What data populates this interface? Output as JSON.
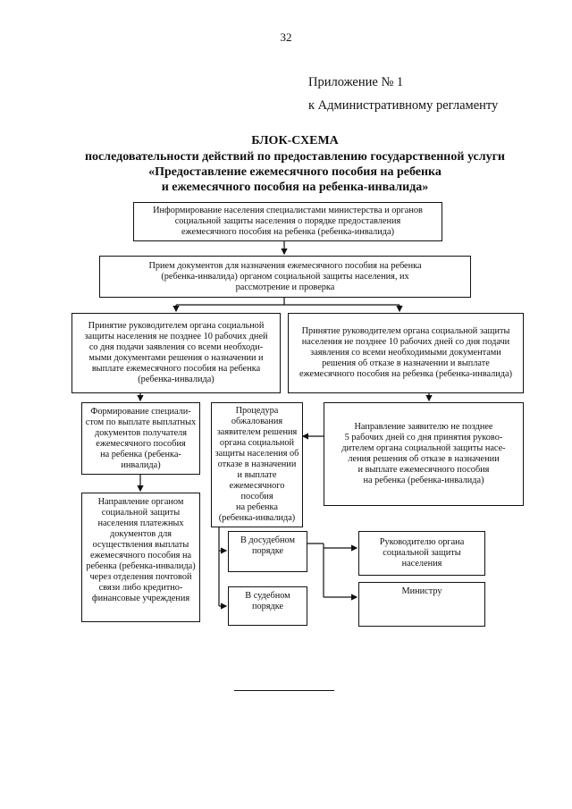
{
  "page_number": "32",
  "appendix": {
    "line1": "Приложение № 1",
    "line2": "к Административному регламенту"
  },
  "title": {
    "line1": "БЛОК-СХЕМА",
    "line2": "последовательности действий по предоставлению государственной услуги",
    "line3": "«Предоставление ежемесячного пособия на ребенка",
    "line4": "и ежемесячного пособия на ребенка-инвалида»"
  },
  "nodes": {
    "inform": "Информирование населения специалистами министерства и органов\nсоциальной защиты населения о порядке предоставления\nежемесячного пособия на ребенка (ребенка-инвалида)",
    "receive": "Прием документов для назначения ежемесячного пособия на ребенка\n(ребенка-инвалида) органом социальной защиты населения, их\nрассмотрение и проверка",
    "decision_grant": "Принятие руководителем органа социальной\nзащиты населения не позднее 10 рабочих дней\nсо дня подачи заявления со всеми необходи-\nмыми документами решения о назначении и\nвыплате ежемесячного пособия на ребенка\n(ребенка-инвалида)",
    "decision_refuse": "Принятие руководителем органа социальной защиты\nнаселения не позднее 10 рабочих дней со дня подачи\nзаявления со всеми необходимыми документами\nрешения об отказе в назначении и выплате\nежемесячного пособия на ребенка (ребенка-инвалида)",
    "formation": "Формирование специали-\nстом по выплате выплатных\nдокументов получателя\nежемесячного пособия\nна ребенка (ребенка-\nинвалида)",
    "appeal": "Процедура\nобжалования\nзаявителем решения\nоргана социальной\nзащиты населения об\nотказе в назначении\nи выплате\nежемесячного пособия\nна ребенка\n(ребенка-инвалида)",
    "notify": "Направление заявителю не позднее\n5 рабочих дней со дня принятия руково-\nдителем органа социальной защиты насе-\nления решения об отказе в назначении\nи выплате ежемесячного пособия\nна ребенка (ребенка-инвалида)",
    "payment": "Направление органом\nсоциальной защиты\nнаселения платежных\nдокументов для\nосуществления выплаты\nежемесячного пособия на\nребенка (ребенка-инвалида)\nчерез отделения почтовой\nсвязи либо кредитно-\nфинансовые учреждения",
    "pretrial": "В досудебном\nпорядке",
    "judicial": "В судебном\nпорядке",
    "head_org": "Руководителю органа\nсоциальной защиты\nнаселения",
    "minister": "Министру"
  }
}
